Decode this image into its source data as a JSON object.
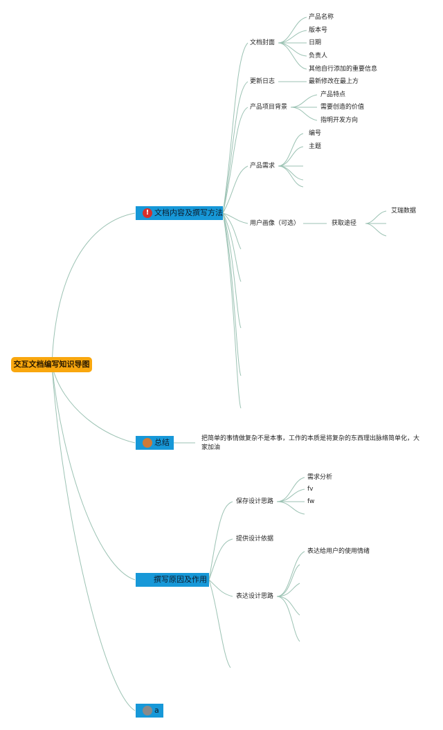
{
  "root": "交互文档编写知识导图",
  "branch1": {
    "label": "文档内容及撰写方法",
    "badge": "!",
    "badge_color": "#d8302a",
    "cover": "文档封面",
    "cover_items": [
      "产品名称",
      "版本号",
      "日期",
      "负责人",
      "其他自行添加的重要信息"
    ],
    "changelog": "更新日志",
    "changelog_item": "最新修改在最上方",
    "background": "产品项目背景",
    "background_items": [
      "产品特点",
      "需要创造的价值",
      "指明开发方向"
    ],
    "requirements": "产品需求",
    "requirements_items": [
      "编号",
      "主题"
    ],
    "persona": "用户画像（可选）",
    "persona_child": "获取途径",
    "persona_leaf": "艾瑞数据"
  },
  "branch2": {
    "label": "总结",
    "badge_color": "#d07a36",
    "text": "把简单的事情做复杂不是本事，工作的本质是将复杂的东西理出脉络简单化，大家加油"
  },
  "branch3": {
    "label": "撰写原因及作用",
    "save": "保存设计思路",
    "save_items": [
      "需求分析",
      "fv",
      "fw"
    ],
    "basis": "提供设计依据",
    "express": "表达设计思路",
    "express_item": "表达给用户的使用情绪"
  },
  "branch4": {
    "label": "a",
    "badge_color": "#8a8a8a"
  },
  "colors": {
    "line": "#9bc2b3",
    "root": "#f9a70e",
    "branch": "#1798d8"
  }
}
